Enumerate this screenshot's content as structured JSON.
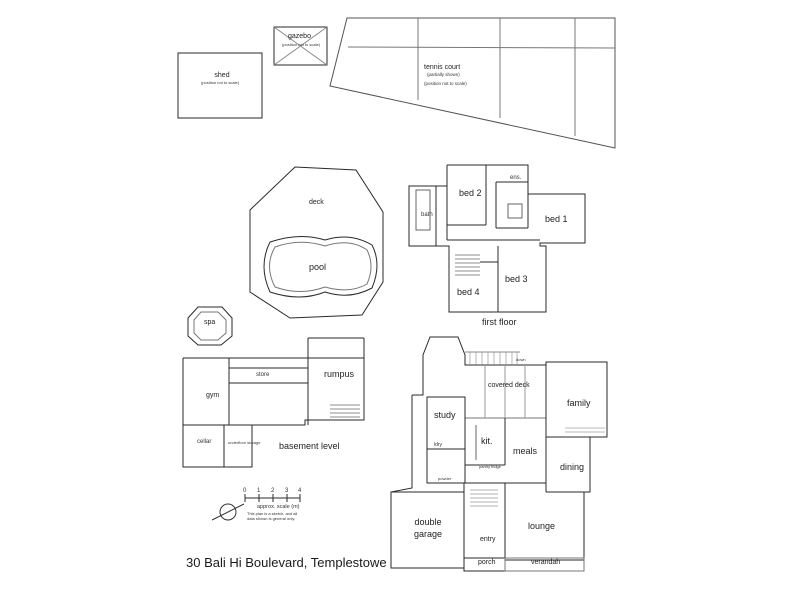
{
  "address": "30 Bali Hi Boulevard, Templestowe",
  "outbuildings": {
    "shed": "shed",
    "shed_note": "(position not to scale)",
    "gazebo": "gazebo",
    "gazebo_note": "(position not to scale)",
    "tennis": "tennis court",
    "tennis_sub": "(partially shown)",
    "tennis_note": "(position not to scale)"
  },
  "pool_area": {
    "deck": "deck",
    "pool": "pool",
    "spa": "spa"
  },
  "first_floor": {
    "title": "first floor",
    "rooms": {
      "bed1": "bed 1",
      "bed2": "bed 2",
      "bed3": "bed 3",
      "bed4": "bed 4",
      "bath": "bath",
      "ens": "ens."
    }
  },
  "basement": {
    "title": "basement level",
    "rooms": {
      "gym": "gym",
      "store": "store",
      "rumpus": "rumpus",
      "cellar": "cellar",
      "underfloor": "underfloor storage"
    }
  },
  "ground_floor": {
    "rooms": {
      "study": "study",
      "kit": "kit.",
      "ldry": "ldry",
      "meals": "meals",
      "family": "family",
      "dining": "dining",
      "lounge": "lounge",
      "covered_deck": "covered deck",
      "double_garage": "double\ngarage",
      "entry": "entry",
      "porch": "porch",
      "verandah": "verandah",
      "pantry": "pantry",
      "fridge": "fridge",
      "powder": "powder"
    }
  },
  "stair_labels": {
    "down": "down"
  },
  "scale": {
    "ticks": [
      "0",
      "1",
      "2",
      "3",
      "4"
    ],
    "label": "approx. scale (m)",
    "note": "This plan is a sketch, and all data shown is general only."
  },
  "colors": {
    "line": "#2a2a2a",
    "light_line": "#8a8a8a",
    "hatch": "#bdbdbd",
    "background": "#ffffff"
  }
}
